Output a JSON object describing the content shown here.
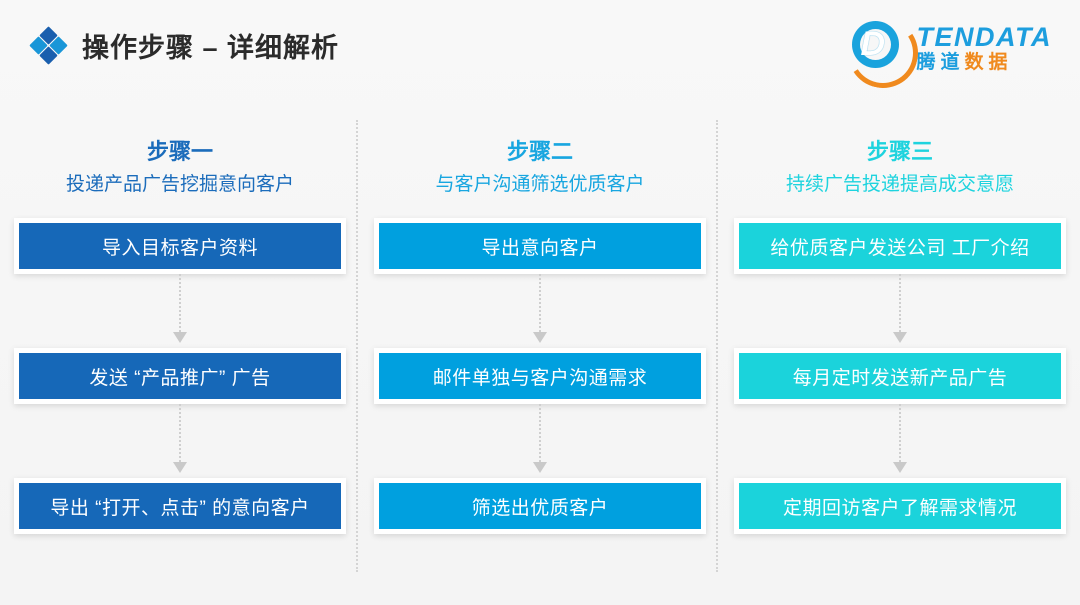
{
  "header": {
    "title": "操作步骤 – 详细解析",
    "diamond_icon": "diamond-cluster-icon",
    "logo": {
      "mark_letter": "D",
      "name_en": "TENDATA",
      "name_cn_part1": "腾道",
      "name_cn_part2": "数据"
    }
  },
  "colors": {
    "step1": "#1668b8",
    "step2": "#00a0df",
    "step3": "#1bd3db",
    "background": "#f7f7f7",
    "divider": "#d4d4d4",
    "arrow": "#c9c9c9",
    "logo_blue": "#1d9ede",
    "logo_orange": "#f08a1e",
    "title_text": "#2b2b2b"
  },
  "columns": [
    {
      "step_title": "步骤一",
      "step_subtitle": "投递产品广告挖掘意向客户",
      "boxes": [
        "导入目标客户资料",
        "发送 “产品推广” 广告",
        "导出 “打开、点击” 的意向客户"
      ]
    },
    {
      "step_title": "步骤二",
      "step_subtitle": "与客户沟通筛选优质客户",
      "boxes": [
        "导出意向客户",
        "邮件单独与客户沟通需求",
        "筛选出优质客户"
      ]
    },
    {
      "step_title": "步骤三",
      "step_subtitle": "持续广告投递提高成交意愿",
      "boxes": [
        "给优质客户发送公司 工厂介绍",
        "每月定时发送新产品广告",
        "定期回访客户了解需求情况"
      ]
    }
  ]
}
